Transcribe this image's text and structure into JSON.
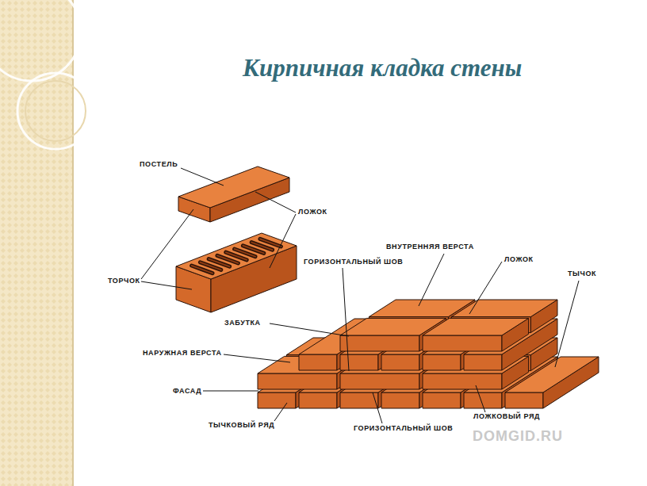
{
  "diagram": {
    "title": "Кирпичная кладка стены",
    "labels": [
      "ПОСТЕЛЬ",
      "ЛОЖОК",
      "ТОРЧОК",
      "ВНУТРЕННЯЯ ВЕРСТА",
      "ГОРИЗОНТАЛЬНЫЙ ШОВ",
      "ЛОЖОК",
      "ТЫЧОК",
      "ЗАБУТКА",
      "НАРУЖНАЯ ВЕРСТА",
      "ФАСАД",
      "ТЫЧКОВЫЙ РЯД",
      "ГОРИЗОНТАЛЬНЫЙ ШОВ",
      "ЛОЖКОВЫЙ РЯД",
      "DOMGID.RU"
    ]
  }
}
